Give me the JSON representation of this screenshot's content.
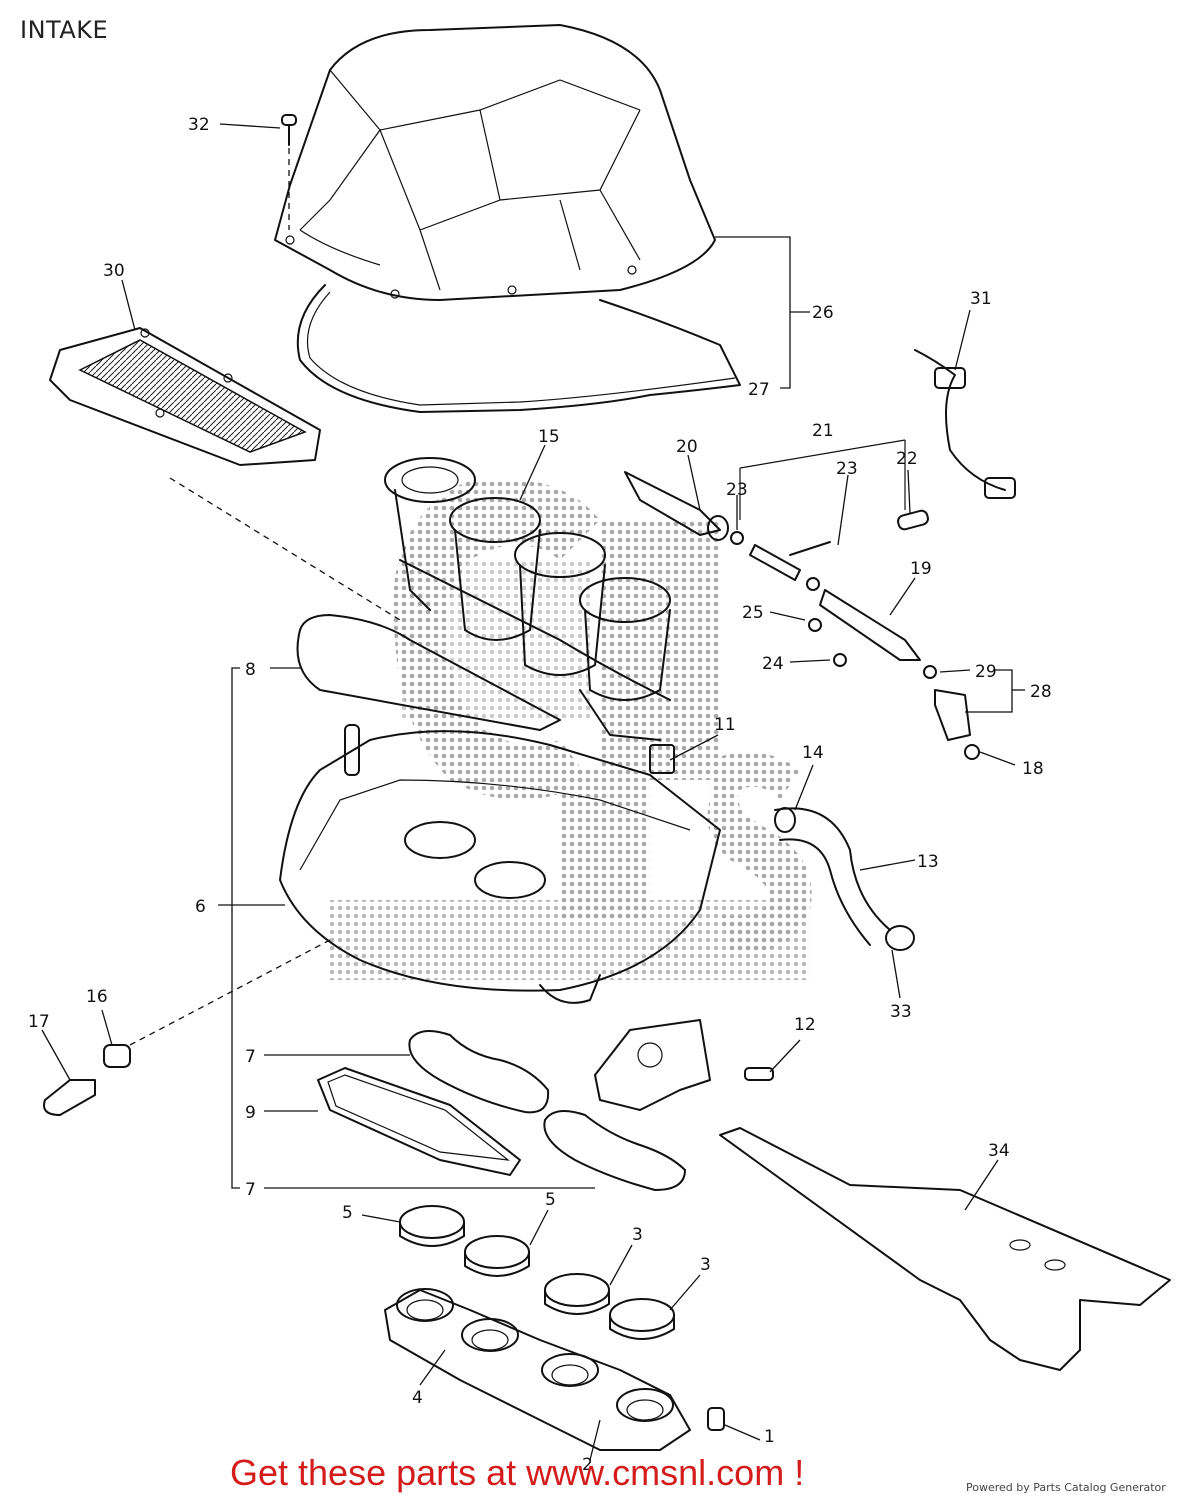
{
  "title": "INTAKE",
  "callouts": [
    "32",
    "30",
    "26",
    "27",
    "31",
    "15",
    "20",
    "21",
    "23",
    "23",
    "22",
    "19",
    "25",
    "24",
    "29",
    "28",
    "8",
    "11",
    "18",
    "14",
    "13",
    "6",
    "16",
    "17",
    "33",
    "12",
    "7",
    "9",
    "7",
    "34",
    "5",
    "5",
    "3",
    "3",
    "4",
    "1",
    "2"
  ],
  "ad_text": "Get these parts at www.cmsnl.com !",
  "powered_by": "Powered by Parts Catalog Generator",
  "watermark_text": "CMS",
  "colors": {
    "line": "#111111",
    "ad": "#d41c1c",
    "watermark": "#9a9a9a"
  }
}
